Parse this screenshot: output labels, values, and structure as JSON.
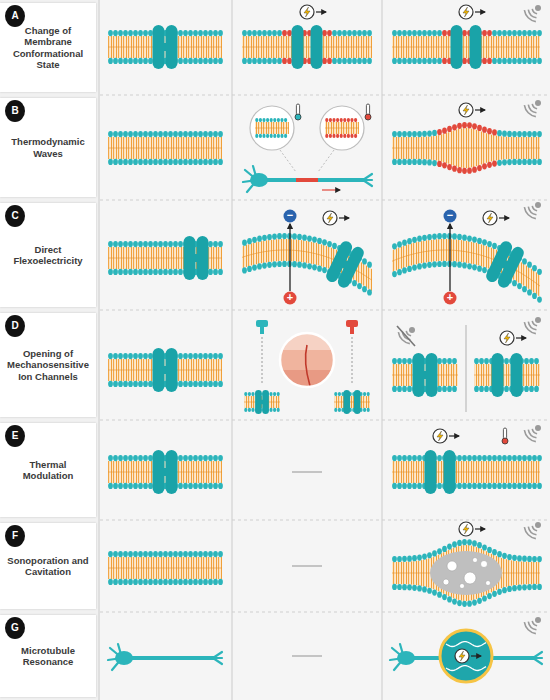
{
  "diagram": {
    "nodes": [
      {
        "text": [
          "A"
        ]
      },
      {
        "text": [
          "Change of Membrane Conformational State"
        ]
      },
      {
        "text": [
          "B"
        ]
      },
      {
        "text": [
          "Thermodynamic Waves"
        ]
      },
      {
        "text": [
          "C"
        ]
      },
      {
        "text": [
          "Direct Flexoelectricity"
        ]
      },
      {
        "text": [
          "D"
        ]
      },
      {
        "text": [
          "Opening of Mechanosensitive Ion Channels"
        ]
      },
      {
        "text": [
          "E"
        ]
      },
      {
        "text": [
          "Thermal Modulation"
        ]
      },
      {
        "text": [
          "F"
        ]
      },
      {
        "text": [
          "Sonoporation and Cavitation"
        ]
      },
      {
        "text": [
          "G"
        ]
      },
      {
        "text": [
          "Microtubule Resonance"
        ]
      }
    ],
    "labels": [
      "−",
      "+",
      "−",
      "+"
    ]
  }
}
